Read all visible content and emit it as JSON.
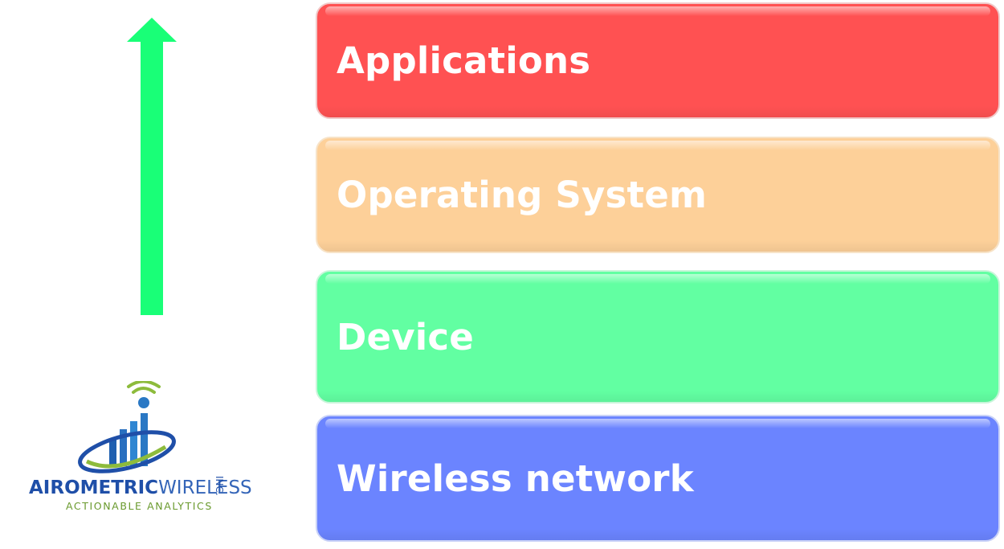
{
  "diagram": {
    "layers": [
      {
        "label": "Applications",
        "color": "#ff5152"
      },
      {
        "label": "Operating System",
        "color": "#fdd099"
      },
      {
        "label": "Device",
        "color": "#62ffa2"
      },
      {
        "label": "Wireless network",
        "color": "#6b84ff"
      }
    ],
    "arrow": {
      "direction": "up",
      "color": "#19ff77"
    }
  },
  "logo": {
    "name_part1": "AIROMETRIC",
    "name_part2": "WIRELESS",
    "suffix": "INC.",
    "tagline": "ACTIONABLE ANALYTICS",
    "colors": {
      "blue": "#1f4fa8",
      "green": "#6a9a2e"
    }
  }
}
